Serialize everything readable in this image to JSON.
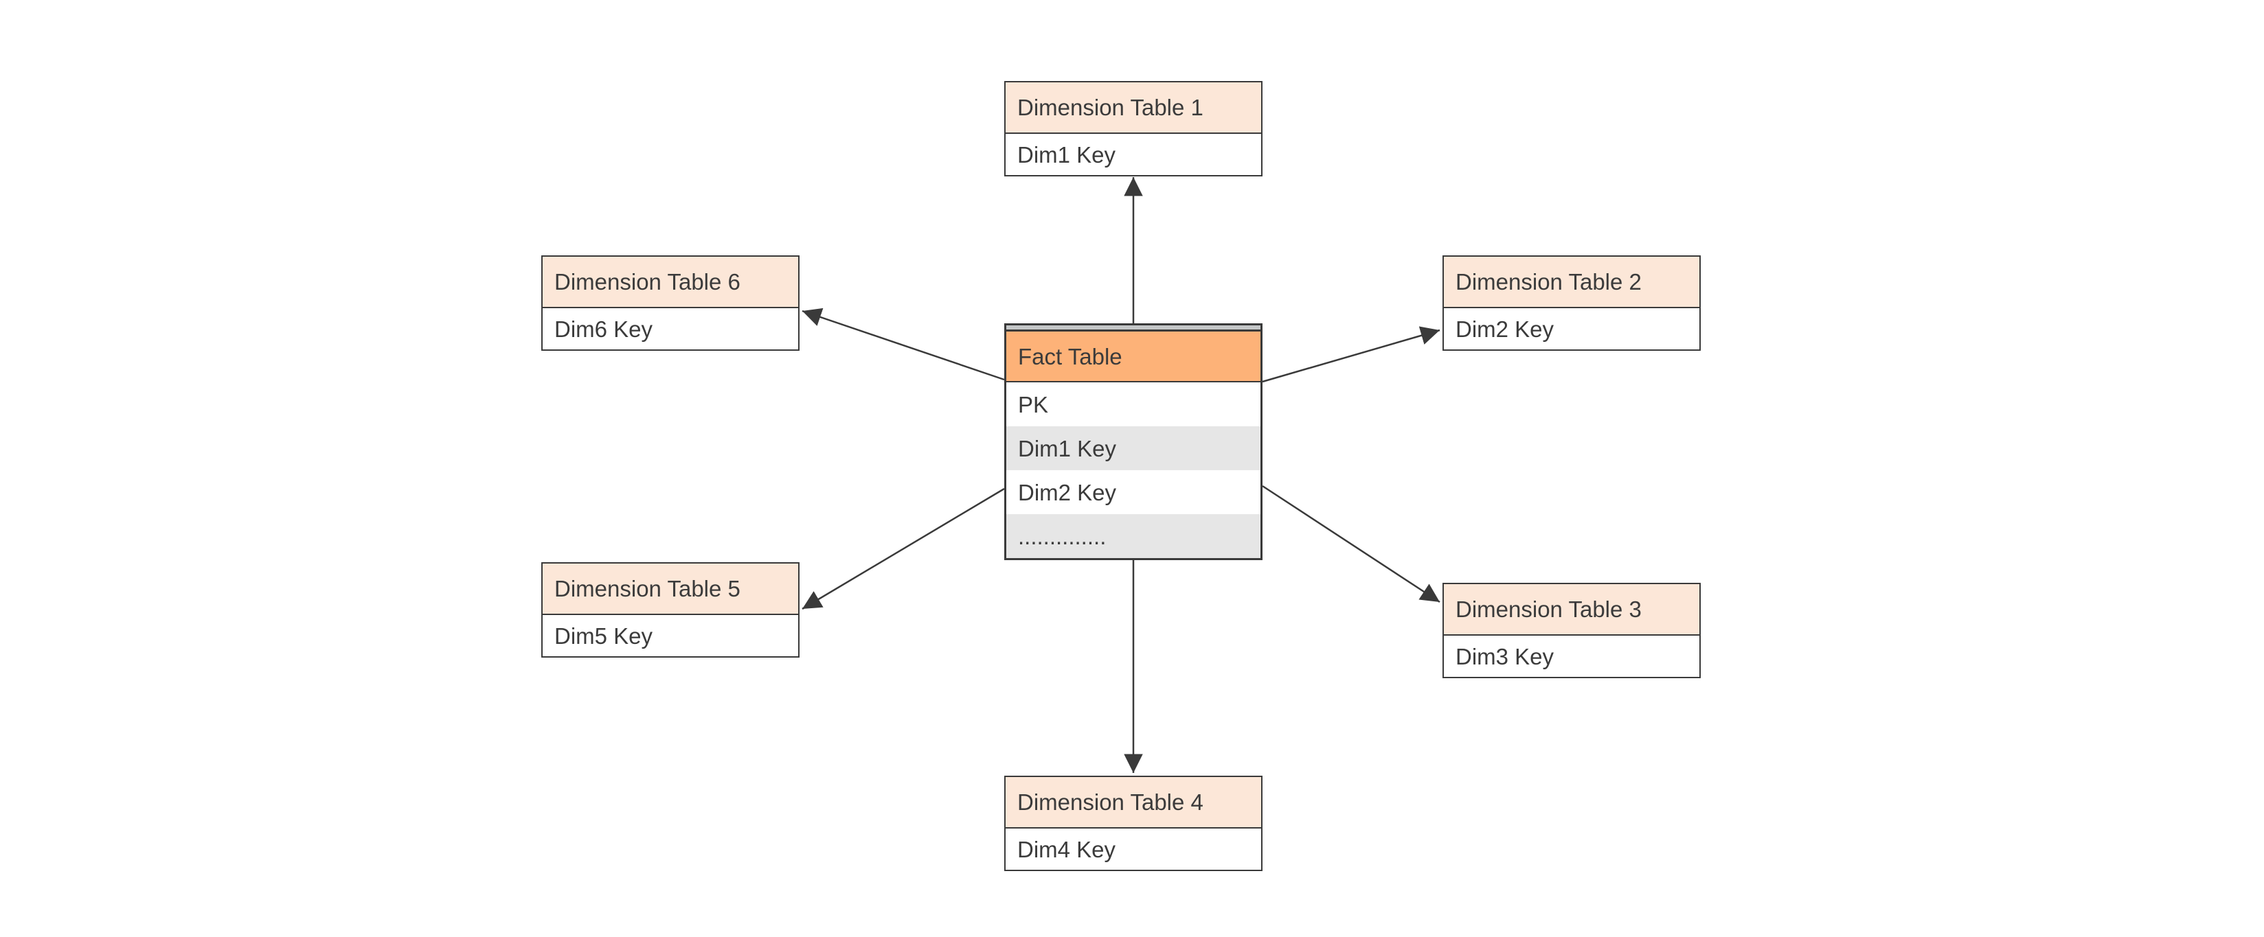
{
  "diagram": {
    "type": "star-schema-er-diagram",
    "fact_table": {
      "title": "Fact Table",
      "rows": [
        "PK",
        "Dim1 Key",
        "Dim2 Key",
        ".............."
      ]
    },
    "dimension_tables": [
      {
        "title": "Dimension Table 1",
        "rows": [
          "Dim1 Key"
        ]
      },
      {
        "title": "Dimension Table 2",
        "rows": [
          "Dim2 Key"
        ]
      },
      {
        "title": "Dimension Table 3",
        "rows": [
          "Dim3 Key"
        ]
      },
      {
        "title": "Dimension Table 4",
        "rows": [
          "Dim4 Key"
        ]
      },
      {
        "title": "Dimension Table 5",
        "rows": [
          "Dim5 Key"
        ]
      },
      {
        "title": "Dimension Table 6",
        "rows": [
          "Dim6 Key"
        ]
      }
    ],
    "colors": {
      "fact_header_fill": "#FDB278",
      "dimension_header_fill": "#FCE7D8",
      "alt_row_fill": "#E6E6E6",
      "top_strip_fill": "#C4C7C8",
      "border": "#3A3A3A",
      "text": "#3B3B3B",
      "background": "#FFFFFF"
    }
  }
}
